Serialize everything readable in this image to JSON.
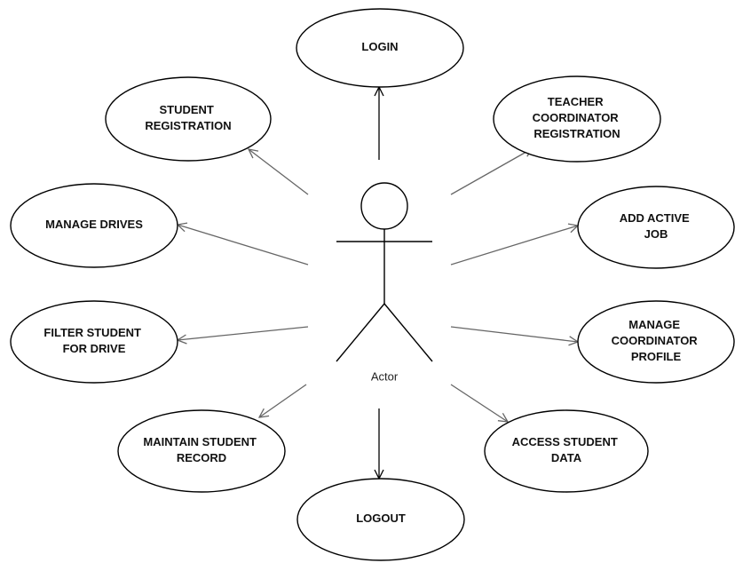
{
  "actor": {
    "label": "Actor"
  },
  "use_cases": [
    {
      "id": "login",
      "lines": [
        "LOGIN"
      ]
    },
    {
      "id": "student-registration",
      "lines": [
        "STUDENT",
        "REGISTRATION"
      ]
    },
    {
      "id": "teacher-coordinator-registration",
      "lines": [
        "TEACHER",
        "COORDINATOR",
        "REGISTRATION"
      ]
    },
    {
      "id": "manage-drives",
      "lines": [
        "MANAGE DRIVES"
      ]
    },
    {
      "id": "add-active-job",
      "lines": [
        "ADD ACTIVE",
        "JOB"
      ]
    },
    {
      "id": "filter-student-for-drive",
      "lines": [
        "FILTER STUDENT",
        "FOR DRIVE"
      ]
    },
    {
      "id": "manage-coordinator-profile",
      "lines": [
        "MANAGE",
        "COORDINATOR",
        "PROFILE"
      ]
    },
    {
      "id": "maintain-student-record",
      "lines": [
        "MAINTAIN STUDENT",
        "RECORD"
      ]
    },
    {
      "id": "access-student-data",
      "lines": [
        "ACCESS STUDENT",
        "DATA"
      ]
    },
    {
      "id": "logout",
      "lines": [
        "LOGOUT"
      ]
    }
  ]
}
